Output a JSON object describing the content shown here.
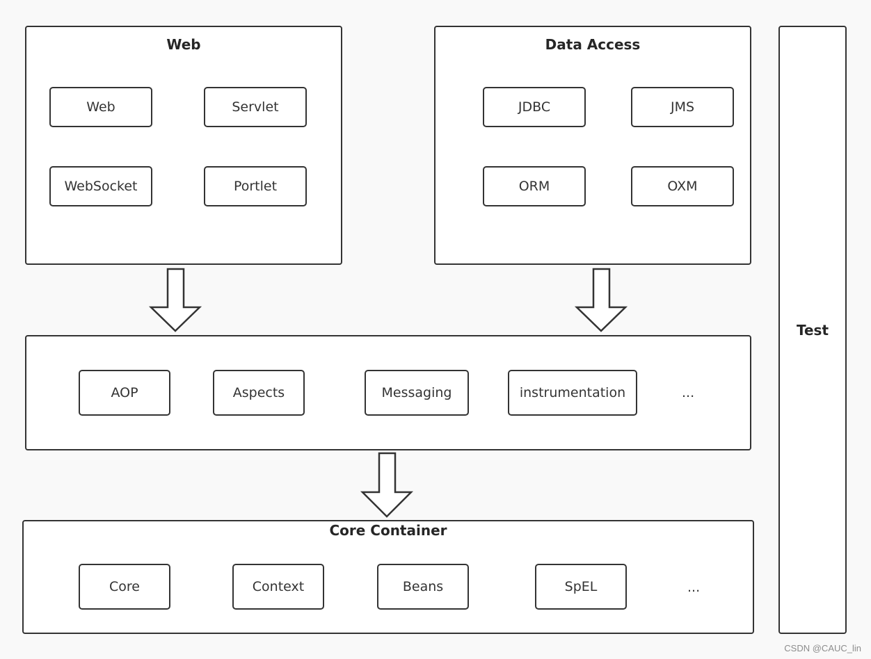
{
  "diagram": {
    "web_group": {
      "title": "Web",
      "modules": [
        "Web",
        "Servlet",
        "WebSocket",
        "Portlet"
      ]
    },
    "data_access_group": {
      "title": "Data Access",
      "modules": [
        "JDBC",
        "JMS",
        "ORM",
        "OXM"
      ]
    },
    "middle_group": {
      "modules": [
        "AOP",
        "Aspects",
        "Messaging",
        "instrumentation"
      ],
      "more": "..."
    },
    "core_container_group": {
      "title": "Core Container",
      "modules": [
        "Core",
        "Context",
        "Beans",
        "SpEL"
      ],
      "more": "..."
    },
    "test_group": {
      "title": "Test"
    },
    "edges": [
      {
        "from": "web_group",
        "to": "middle_group"
      },
      {
        "from": "data_access_group",
        "to": "middle_group"
      },
      {
        "from": "middle_group",
        "to": "core_container_group"
      }
    ],
    "colors": {
      "stroke": "#333333",
      "background": "#f9f9f9",
      "box_fill": "#ffffff"
    }
  },
  "watermark": "CSDN @CAUC_lin"
}
